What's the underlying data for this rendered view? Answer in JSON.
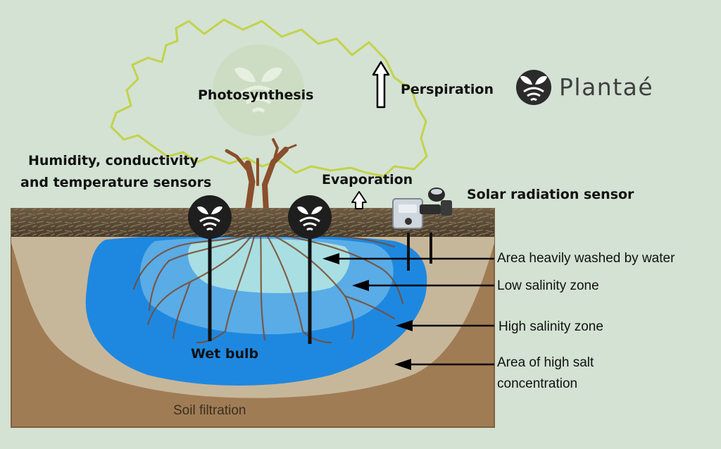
{
  "brand": {
    "name": "Plantaé",
    "logo_icon": "plantae-leaf-wifi-icon"
  },
  "labels": {
    "photosynthesis": "Photosynthesis",
    "perspiration": "Perspiration",
    "sensors_line1": "Humidity, conductivity",
    "sensors_line2": "and temperature sensors",
    "evaporation": "Evaporation",
    "solar_sensor": "Solar radiation sensor",
    "wet_bulb": "Wet bulb",
    "soil_filtration": "Soil filtration"
  },
  "zones": [
    {
      "id": "washed",
      "label": "Area heavily washed by water"
    },
    {
      "id": "low",
      "label": "Low salinity zone"
    },
    {
      "id": "high",
      "label": "High salinity zone"
    },
    {
      "id": "salt",
      "label_line1": "Area of high salt",
      "label_line2": "concentration"
    }
  ],
  "colors": {
    "background": "#d3e2d3",
    "soil": "#a07c55",
    "sand": "#c7b79a",
    "high_salinity": "#1e88e0",
    "low_salinity": "#5aace6",
    "washed": "#a9dfe2",
    "tree_outline": "#c4d24a",
    "trunk": "#8a4f2c",
    "sensor": "#222222"
  }
}
